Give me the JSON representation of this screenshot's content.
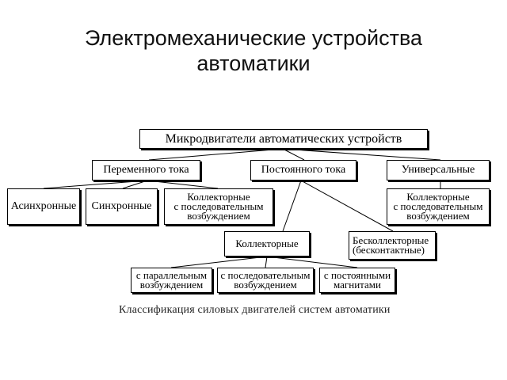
{
  "title": {
    "line1": "Электромеханические устройства",
    "line2": "автоматики"
  },
  "diagram": {
    "root": "Микродвигатели автоматических устройств",
    "ac": "Переменного тока",
    "dc": "Постоянного тока",
    "universal": "Универсальные",
    "async": "Асинхронные",
    "sync": "Синхронные",
    "ac_collector": [
      "Коллекторные",
      "с последовательным",
      "возбуждением"
    ],
    "univ_collector": [
      "Коллекторные",
      "с последовательным",
      "возбуждением"
    ],
    "dc_collector": "Коллекторные",
    "dc_brushless": [
      "Бесколлекторные",
      "(бесконтактные)"
    ],
    "parallel": [
      "с параллельным",
      "возбуждением"
    ],
    "serial": [
      "с последовательным",
      "возбуждением"
    ],
    "permanent": [
      "с постоянными",
      "магнитами"
    ]
  },
  "caption": "Классификация силовых двигателей систем автоматики"
}
